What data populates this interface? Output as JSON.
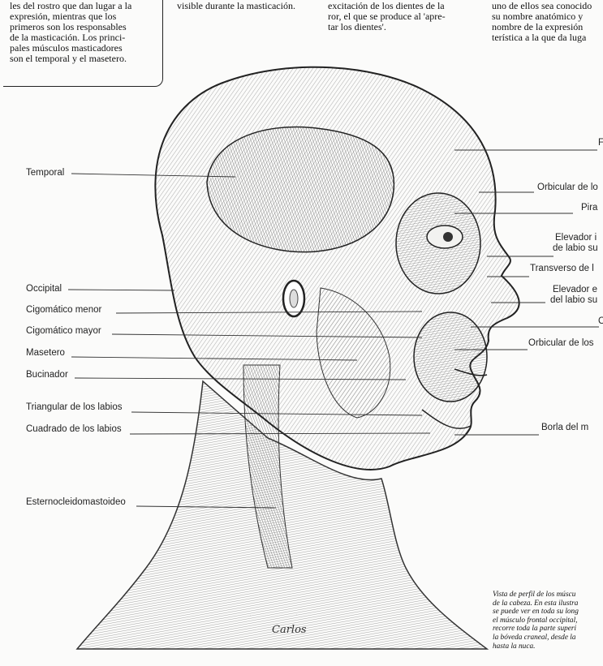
{
  "intro_text": {
    "left_column": [
      "les del rostro que dan lugar a la",
      "expresión, mientras que los",
      "primeros son los responsables",
      "de la masticación. Los princi-",
      "pales músculos masticadores",
      "son el temporal y el masetero."
    ],
    "middle_column_1": [
      "visible durante la masticación."
    ],
    "middle_column_2": [
      "excitación de los dientes de la",
      "ror, el que se produce al 'apre-",
      "tar los dientes'."
    ],
    "right_column": [
      "uno de ellos sea conocido",
      "su nombre anatómico y",
      "nombre de la expresión",
      "terística a la que da luga"
    ]
  },
  "left_labels": [
    "Temporal",
    "Occipital",
    "Cigomático menor",
    "Cigomático mayor",
    "Masetero",
    "Bucinador",
    "Triangular de los labios",
    "Cuadrado de los labios",
    "Esternocleidomastoideo"
  ],
  "right_labels": [
    "F",
    "Orbicular de lo",
    "Pira",
    "Elevador i",
    "de labio su",
    "Transverso de l",
    "Elevador e",
    "del labio su",
    "C",
    "Orbicular de los",
    "Borla del m"
  ],
  "caption": [
    "Vista de perfil de los múscu",
    "de la cabeza. En esta ilustra",
    "se puede ver en toda su long",
    "el músculo frontal occipital,",
    "recorre toda la parte superi",
    "la bóveda craneal, desde la",
    "hasta la nuca."
  ],
  "signature": "Carlos"
}
